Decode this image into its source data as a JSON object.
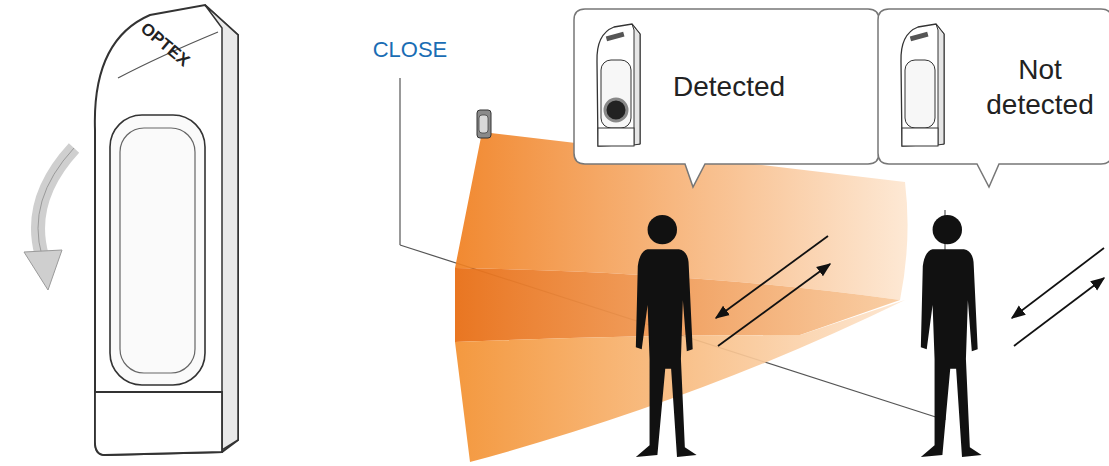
{
  "diagram": {
    "nodes": [
      {
        "text": [
          "Detected"
        ]
      },
      {
        "text": [
          "Not detected"
        ]
      }
    ],
    "labels": [
      "CLOSE",
      "OPTEX"
    ]
  }
}
